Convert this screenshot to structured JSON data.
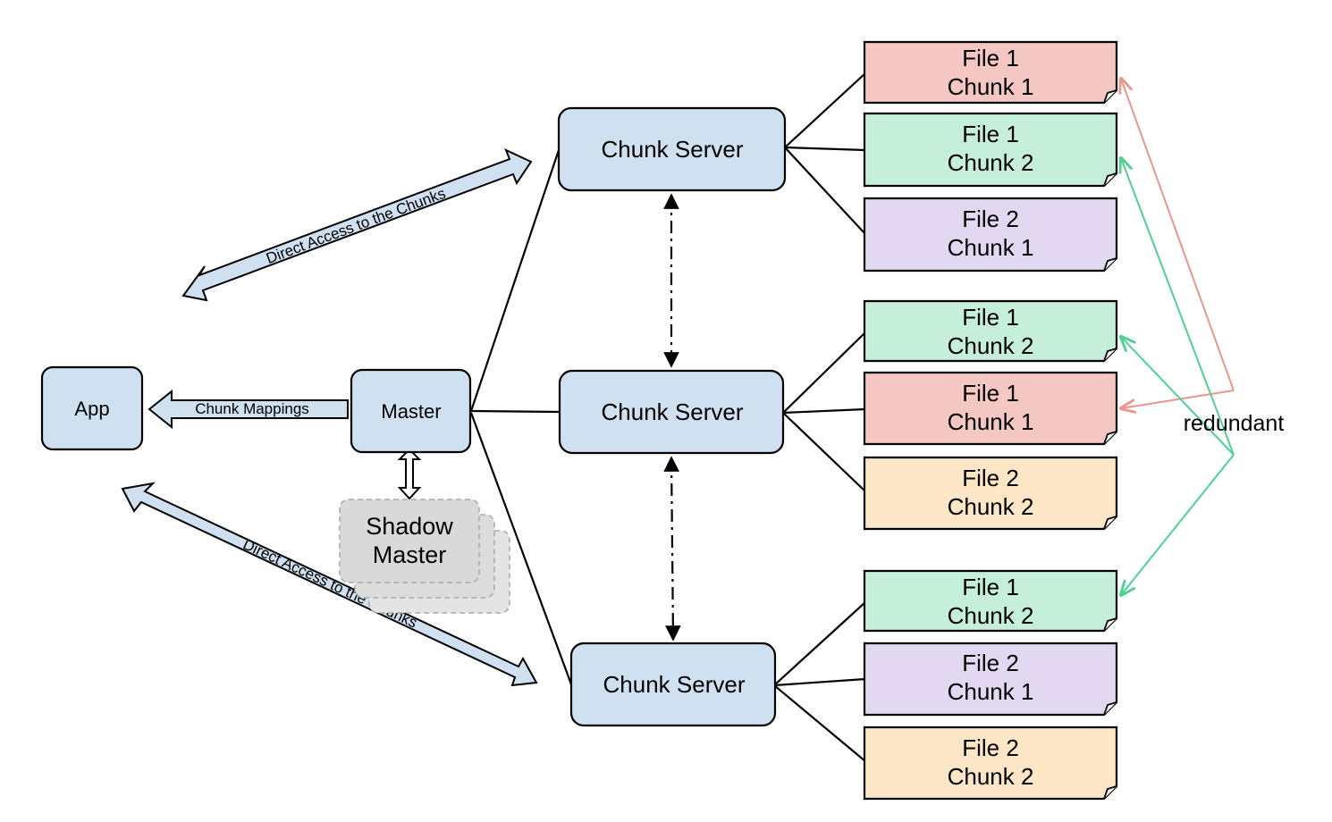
{
  "app": {
    "label": "App"
  },
  "master": {
    "label": "Master"
  },
  "shadow_master": {
    "line1": "Shadow",
    "line2": "Master"
  },
  "chunk_mappings": {
    "label": "Chunk Mappings"
  },
  "direct_access_top": {
    "label": "Direct Access to the Chunks"
  },
  "direct_access_bottom": {
    "label": "Direct Access to the Chunks"
  },
  "chunk_servers": [
    {
      "label": "Chunk Server"
    },
    {
      "label": "Chunk Server"
    },
    {
      "label": "Chunk Server"
    }
  ],
  "chunks": [
    {
      "file": "File 1",
      "chunk": "Chunk 1",
      "color": "#f4c7c3"
    },
    {
      "file": "File 1",
      "chunk": "Chunk 2",
      "color": "#c6efd9"
    },
    {
      "file": "File 2",
      "chunk": "Chunk 1",
      "color": "#e3d8f2"
    },
    {
      "file": "File 1",
      "chunk": "Chunk 2",
      "color": "#c6efd9"
    },
    {
      "file": "File 1",
      "chunk": "Chunk 1",
      "color": "#f4c7c3"
    },
    {
      "file": "File 2",
      "chunk": "Chunk 2",
      "color": "#fde6c6"
    },
    {
      "file": "File 1",
      "chunk": "Chunk 2",
      "color": "#c6efd9"
    },
    {
      "file": "File 2",
      "chunk": "Chunk 1",
      "color": "#e3d8f2"
    },
    {
      "file": "File 2",
      "chunk": "Chunk 2",
      "color": "#fde6c6"
    }
  ],
  "redundant": {
    "label": "redundant",
    "color_file1_chunk1": "#e8978a",
    "color_file1_chunk2": "#4fd18f"
  },
  "colors": {
    "node_fill": "#cfe0f1",
    "shadow_fill": "#d9d9d9"
  }
}
